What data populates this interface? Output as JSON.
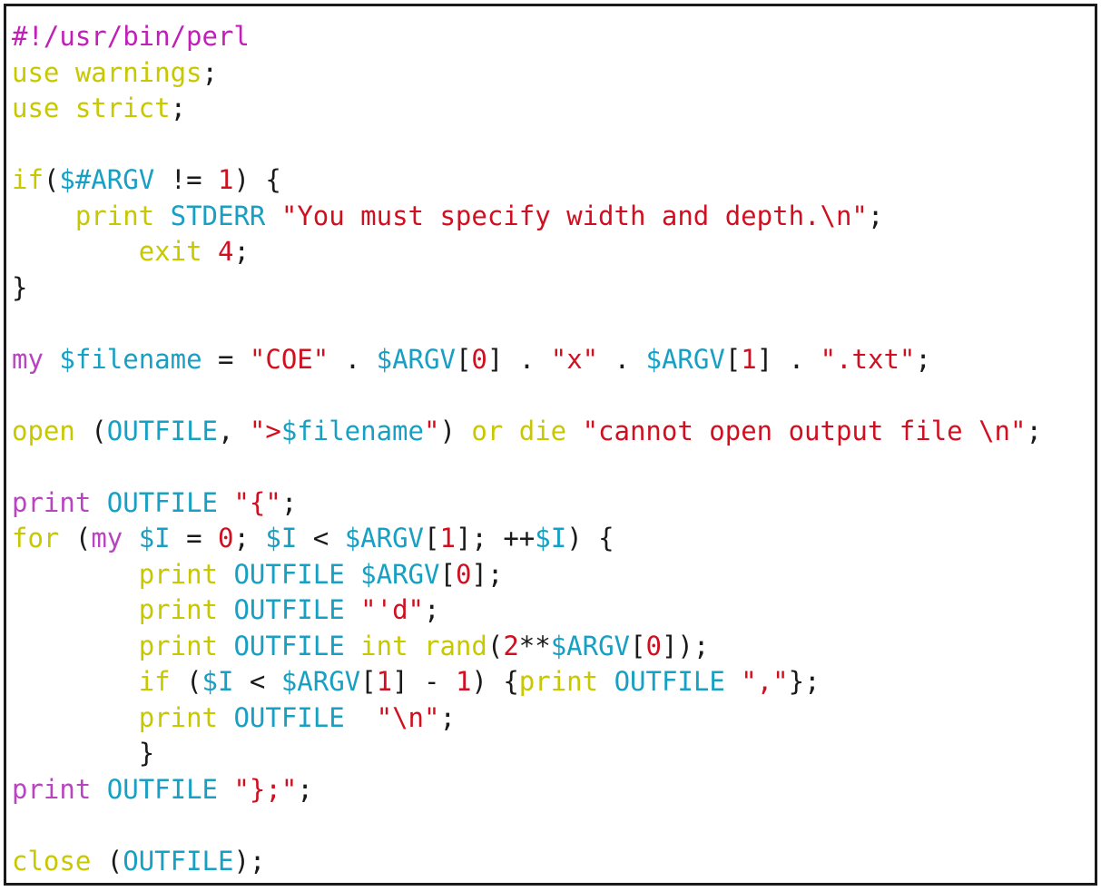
{
  "editor": {
    "lines": [
      {
        "indent": "",
        "tokens": [
          [
            "#!/usr/bin/perl",
            "shebang"
          ]
        ]
      },
      {
        "indent": "",
        "tokens": [
          [
            "use warnings",
            "keyword"
          ],
          [
            ";",
            "punct"
          ]
        ]
      },
      {
        "indent": "",
        "tokens": [
          [
            "use strict",
            "keyword"
          ],
          [
            ";",
            "punct"
          ]
        ]
      },
      {
        "indent": "",
        "tokens": []
      },
      {
        "indent": "",
        "tokens": [
          [
            "if",
            "keyword"
          ],
          [
            "(",
            "punct"
          ],
          [
            "$#ARGV",
            "variable"
          ],
          [
            " != ",
            "punct"
          ],
          [
            "1",
            "number"
          ],
          [
            ") {",
            "punct"
          ]
        ]
      },
      {
        "indent": "    ",
        "tokens": [
          [
            "print",
            "keyword"
          ],
          [
            " ",
            "plain"
          ],
          [
            "STDERR",
            "handle"
          ],
          [
            " ",
            "plain"
          ],
          [
            "\"You must specify width and depth.\\n\"",
            "string"
          ],
          [
            ";",
            "punct"
          ]
        ]
      },
      {
        "indent": "        ",
        "tokens": [
          [
            "exit",
            "keyword"
          ],
          [
            " ",
            "plain"
          ],
          [
            "4",
            "number"
          ],
          [
            ";",
            "punct"
          ]
        ]
      },
      {
        "indent": "",
        "tokens": [
          [
            "}",
            "punct"
          ]
        ]
      },
      {
        "indent": "",
        "tokens": []
      },
      {
        "indent": "",
        "tokens": [
          [
            "my",
            "builtin"
          ],
          [
            " ",
            "plain"
          ],
          [
            "$filename",
            "variable"
          ],
          [
            " = ",
            "punct"
          ],
          [
            "\"COE\"",
            "string"
          ],
          [
            " . ",
            "punct"
          ],
          [
            "$ARGV",
            "variable"
          ],
          [
            "[",
            "punct"
          ],
          [
            "0",
            "number"
          ],
          [
            "]",
            "punct"
          ],
          [
            " . ",
            "punct"
          ],
          [
            "\"x\"",
            "string"
          ],
          [
            " . ",
            "punct"
          ],
          [
            "$ARGV",
            "variable"
          ],
          [
            "[",
            "punct"
          ],
          [
            "1",
            "number"
          ],
          [
            "]",
            "punct"
          ],
          [
            " . ",
            "punct"
          ],
          [
            "\".txt\"",
            "string"
          ],
          [
            ";",
            "punct"
          ]
        ]
      },
      {
        "indent": "",
        "tokens": []
      },
      {
        "indent": "",
        "tokens": [
          [
            "open",
            "keyword"
          ],
          [
            " (",
            "punct"
          ],
          [
            "OUTFILE",
            "handle"
          ],
          [
            ", ",
            "punct"
          ],
          [
            "\">",
            "string"
          ],
          [
            "$filename",
            "variable"
          ],
          [
            "\"",
            "string"
          ],
          [
            ") ",
            "punct"
          ],
          [
            "or die",
            "keyword"
          ],
          [
            " ",
            "plain"
          ],
          [
            "\"cannot open output file \\n\"",
            "string"
          ],
          [
            ";",
            "punct"
          ]
        ]
      },
      {
        "indent": "",
        "tokens": []
      },
      {
        "indent": "",
        "tokens": [
          [
            "print",
            "builtin"
          ],
          [
            " ",
            "plain"
          ],
          [
            "OUTFILE",
            "handle"
          ],
          [
            " ",
            "plain"
          ],
          [
            "\"{\"",
            "string"
          ],
          [
            ";",
            "punct"
          ]
        ]
      },
      {
        "indent": "",
        "tokens": [
          [
            "for",
            "keyword"
          ],
          [
            " (",
            "punct"
          ],
          [
            "my",
            "builtin"
          ],
          [
            " ",
            "plain"
          ],
          [
            "$I",
            "variable"
          ],
          [
            " = ",
            "punct"
          ],
          [
            "0",
            "number"
          ],
          [
            "; ",
            "punct"
          ],
          [
            "$I",
            "variable"
          ],
          [
            " < ",
            "punct"
          ],
          [
            "$ARGV",
            "variable"
          ],
          [
            "[",
            "punct"
          ],
          [
            "1",
            "number"
          ],
          [
            "]; ++",
            "punct"
          ],
          [
            "$I",
            "variable"
          ],
          [
            ") {",
            "punct"
          ]
        ]
      },
      {
        "indent": "        ",
        "tokens": [
          [
            "print",
            "keyword"
          ],
          [
            " ",
            "plain"
          ],
          [
            "OUTFILE",
            "handle"
          ],
          [
            " ",
            "plain"
          ],
          [
            "$ARGV",
            "variable"
          ],
          [
            "[",
            "punct"
          ],
          [
            "0",
            "number"
          ],
          [
            "];",
            "punct"
          ]
        ]
      },
      {
        "indent": "        ",
        "tokens": [
          [
            "print",
            "keyword"
          ],
          [
            " ",
            "plain"
          ],
          [
            "OUTFILE",
            "handle"
          ],
          [
            " ",
            "plain"
          ],
          [
            "\"'d\"",
            "string"
          ],
          [
            ";",
            "punct"
          ]
        ]
      },
      {
        "indent": "        ",
        "tokens": [
          [
            "print",
            "keyword"
          ],
          [
            " ",
            "plain"
          ],
          [
            "OUTFILE",
            "handle"
          ],
          [
            " ",
            "plain"
          ],
          [
            "int rand",
            "keyword"
          ],
          [
            "(",
            "punct"
          ],
          [
            "2",
            "number"
          ],
          [
            "**",
            "punct"
          ],
          [
            "$ARGV",
            "variable"
          ],
          [
            "[",
            "punct"
          ],
          [
            "0",
            "number"
          ],
          [
            "]);",
            "punct"
          ]
        ]
      },
      {
        "indent": "        ",
        "tokens": [
          [
            "if",
            "keyword"
          ],
          [
            " (",
            "punct"
          ],
          [
            "$I",
            "variable"
          ],
          [
            " < ",
            "punct"
          ],
          [
            "$ARGV",
            "variable"
          ],
          [
            "[",
            "punct"
          ],
          [
            "1",
            "number"
          ],
          [
            "] - ",
            "punct"
          ],
          [
            "1",
            "number"
          ],
          [
            ") {",
            "punct"
          ],
          [
            "print",
            "keyword"
          ],
          [
            " ",
            "plain"
          ],
          [
            "OUTFILE",
            "handle"
          ],
          [
            " ",
            "plain"
          ],
          [
            "\",\"",
            "string"
          ],
          [
            "};",
            "punct"
          ]
        ]
      },
      {
        "indent": "        ",
        "tokens": [
          [
            "print",
            "keyword"
          ],
          [
            " ",
            "plain"
          ],
          [
            "OUTFILE",
            "handle"
          ],
          [
            "  ",
            "plain"
          ],
          [
            "\"\\n\"",
            "string"
          ],
          [
            ";",
            "punct"
          ]
        ]
      },
      {
        "indent": "        ",
        "tokens": [
          [
            "}",
            "punct"
          ]
        ]
      },
      {
        "indent": "",
        "tokens": [
          [
            "print",
            "builtin"
          ],
          [
            " ",
            "plain"
          ],
          [
            "OUTFILE",
            "handle"
          ],
          [
            " ",
            "plain"
          ],
          [
            "\"};\"",
            "string"
          ],
          [
            ";",
            "punct"
          ]
        ]
      },
      {
        "indent": "",
        "tokens": []
      },
      {
        "indent": "",
        "tokens": [
          [
            "close",
            "keyword"
          ],
          [
            " (",
            "punct"
          ],
          [
            "OUTFILE",
            "handle"
          ],
          [
            ");",
            "punct"
          ]
        ]
      }
    ]
  }
}
